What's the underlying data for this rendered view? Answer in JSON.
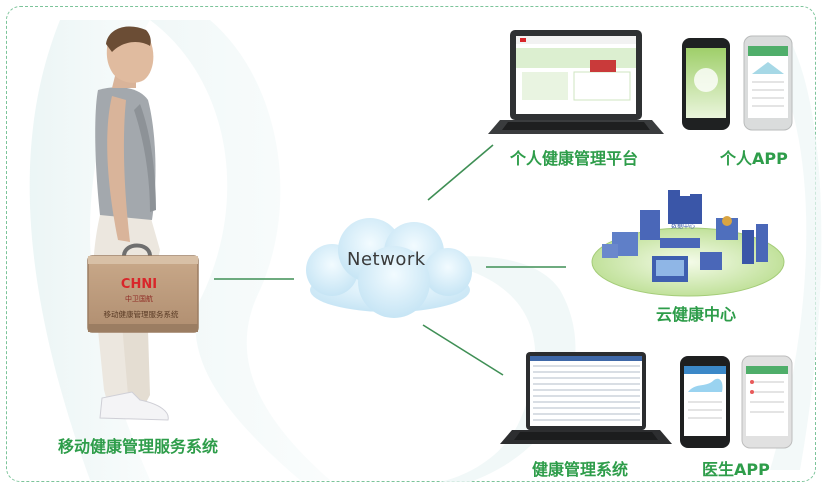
{
  "center": {
    "cloud_label": "Network"
  },
  "case": {
    "brand": "CHNI",
    "brand_cn": "中卫国航",
    "title": "移动健康管理服务系统"
  },
  "nodes": {
    "mobile_system": "移动健康管理服务系统",
    "personal_platform": "个人健康管理平台",
    "personal_app": "个人APP",
    "cloud_center": "云健康中心",
    "health_system": "健康管理系统",
    "doctor_app": "医生APP"
  },
  "cloud_center_tag": "数据中心",
  "colors": {
    "label_green": "#2e9d4a",
    "line_green": "#3f8f55",
    "frame": "#7cc49a",
    "cloud": "#dff1fb"
  }
}
